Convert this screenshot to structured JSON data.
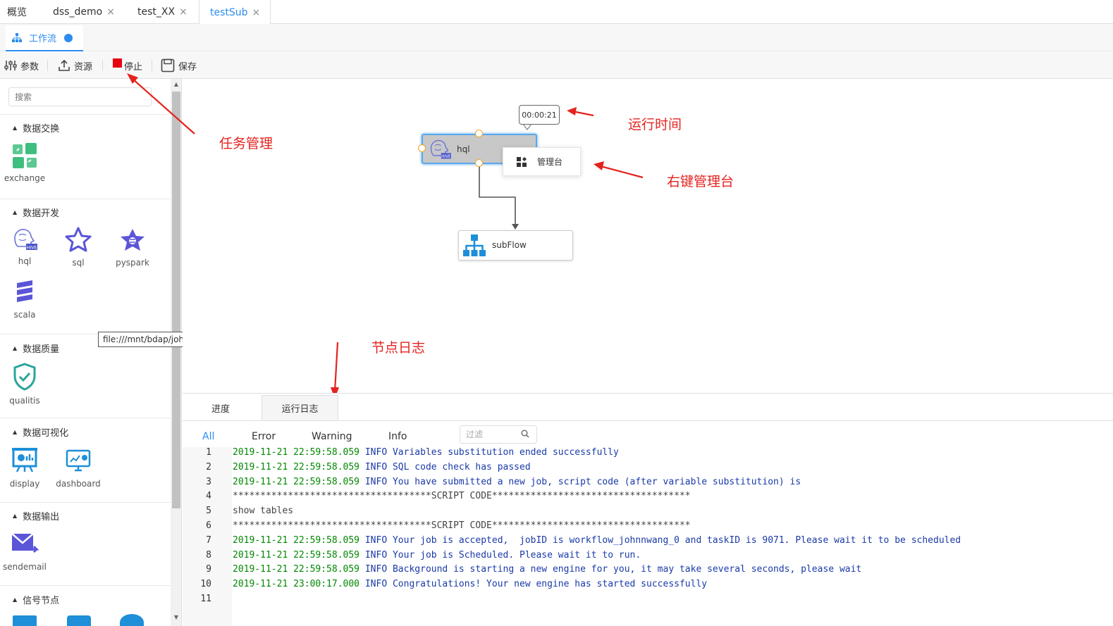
{
  "tabs": [
    {
      "label": "概览",
      "closable": false
    },
    {
      "label": "dss_demo",
      "closable": true
    },
    {
      "label": "test_XX",
      "closable": true
    },
    {
      "label": "testSub",
      "closable": true,
      "active": true
    }
  ],
  "close_glyph": "×",
  "subtab": {
    "label": "工作流"
  },
  "toolbar": {
    "params": "参数",
    "resource": "资源",
    "stop": "停止",
    "save": "保存"
  },
  "sidebar": {
    "search_placeholder": "搜索",
    "groups": [
      {
        "title": "数据交换",
        "nodes": [
          "exchange"
        ]
      },
      {
        "title": "数据开发",
        "nodes": [
          "hql",
          "sql",
          "pyspark",
          "scala"
        ]
      },
      {
        "title": "数据质量",
        "nodes": [
          "qualitis"
        ]
      },
      {
        "title": "数据可视化",
        "nodes": [
          "display",
          "dashboard"
        ]
      },
      {
        "title": "数据输出",
        "nodes": [
          "sendemail"
        ]
      },
      {
        "title": "信号节点",
        "nodes": []
      }
    ],
    "tooltip": "file:///mnt/bdap/johnnwang/share"
  },
  "canvas": {
    "timer": "00:00:21",
    "hql_node": "hql",
    "context_menu": "管理台",
    "subflow_node": "subFlow"
  },
  "annotations": {
    "task_mgmt": "任务管理",
    "run_time": "运行时间",
    "right_click": "右键管理台",
    "node_log": "节点日志"
  },
  "colors": {
    "accent": "#2d8cf0",
    "annotation": "#e4231f",
    "stop": "#e60012",
    "log_timestamp": "#008800",
    "log_message": "#1a3aa8"
  },
  "bottom": {
    "tabs": [
      "进度",
      "运行日志"
    ],
    "active_tab": "运行日志",
    "filters": [
      "All",
      "Error",
      "Warning",
      "Info"
    ],
    "filter_placeholder": "过滤",
    "log_lines": [
      {
        "n": "1",
        "ts": "2019-11-21 22:59:58.059",
        "level": "INFO",
        "msg": "Variables substitution ended successfully"
      },
      {
        "n": "2",
        "ts": "2019-11-21 22:59:58.059",
        "level": "INFO",
        "msg": "SQL code check has passed"
      },
      {
        "n": "3",
        "ts": "2019-11-21 22:59:58.059",
        "level": "INFO",
        "msg": "You have submitted a new job, script code (after variable substitution) is"
      },
      {
        "n": "4",
        "plain": "************************************SCRIPT CODE************************************"
      },
      {
        "n": "5",
        "plain": "show tables"
      },
      {
        "n": "6",
        "plain": "************************************SCRIPT CODE************************************"
      },
      {
        "n": "7",
        "ts": "2019-11-21 22:59:58.059",
        "level": "INFO",
        "msg": "Your job is accepted,  jobID is workflow_johnnwang_0 and taskID is 9071. Please wait it to be scheduled"
      },
      {
        "n": "8",
        "ts": "2019-11-21 22:59:58.059",
        "level": "INFO",
        "msg": "Your job is Scheduled. Please wait it to run."
      },
      {
        "n": "9",
        "ts": "2019-11-21 22:59:58.059",
        "level": "INFO",
        "msg": "Background is starting a new engine for you, it may take several seconds, please wait"
      },
      {
        "n": "10",
        "ts": "2019-11-21 23:00:17.000",
        "level": "INFO",
        "msg": "Congratulations! Your new engine has started successfully"
      },
      {
        "n": "11",
        "plain": ""
      }
    ]
  }
}
